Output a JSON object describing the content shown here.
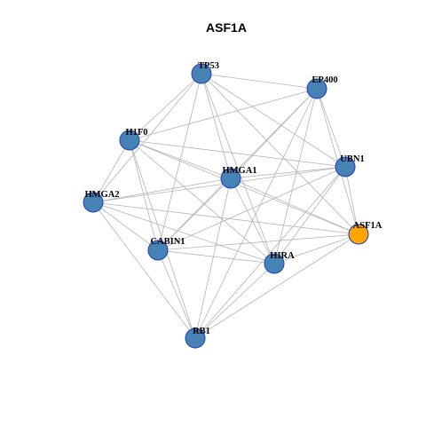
{
  "title": "ASF1A",
  "colors": {
    "node_default": "#4682b4",
    "node_highlight": "#ffa500",
    "node_border": "#1f3fbf",
    "edge": "#b4b4b4",
    "background": "#ffffff"
  },
  "nodes": [
    {
      "id": "TP53",
      "label": "TP53",
      "highlight": false
    },
    {
      "id": "EP400",
      "label": "EP400",
      "highlight": false
    },
    {
      "id": "H1F0",
      "label": "H1F0",
      "highlight": false
    },
    {
      "id": "UBN1",
      "label": "UBN1",
      "highlight": false
    },
    {
      "id": "HMGA1",
      "label": "HMGA1",
      "highlight": false
    },
    {
      "id": "HMGA2",
      "label": "HMGA2",
      "highlight": false
    },
    {
      "id": "ASF1A",
      "label": "ASF1A",
      "highlight": true
    },
    {
      "id": "CABIN1",
      "label": "CABIN1",
      "highlight": false
    },
    {
      "id": "HIRA",
      "label": "HIRA",
      "highlight": false
    },
    {
      "id": "RB1",
      "label": "RB1",
      "highlight": false
    }
  ],
  "edges": [
    [
      "TP53",
      "EP400"
    ],
    [
      "TP53",
      "H1F0"
    ],
    [
      "TP53",
      "UBN1"
    ],
    [
      "TP53",
      "HMGA1"
    ],
    [
      "TP53",
      "HMGA2"
    ],
    [
      "TP53",
      "ASF1A"
    ],
    [
      "TP53",
      "CABIN1"
    ],
    [
      "TP53",
      "HIRA"
    ],
    [
      "EP400",
      "H1F0"
    ],
    [
      "EP400",
      "UBN1"
    ],
    [
      "EP400",
      "HMGA1"
    ],
    [
      "EP400",
      "ASF1A"
    ],
    [
      "EP400",
      "CABIN1"
    ],
    [
      "EP400",
      "HIRA"
    ],
    [
      "EP400",
      "RB1"
    ],
    [
      "H1F0",
      "HMGA1"
    ],
    [
      "H1F0",
      "UBN1"
    ],
    [
      "H1F0",
      "HMGA2"
    ],
    [
      "H1F0",
      "ASF1A"
    ],
    [
      "H1F0",
      "CABIN1"
    ],
    [
      "H1F0",
      "HIRA"
    ],
    [
      "H1F0",
      "RB1"
    ],
    [
      "UBN1",
      "HMGA1"
    ],
    [
      "UBN1",
      "HMGA2"
    ],
    [
      "UBN1",
      "ASF1A"
    ],
    [
      "UBN1",
      "CABIN1"
    ],
    [
      "UBN1",
      "HIRA"
    ],
    [
      "UBN1",
      "RB1"
    ],
    [
      "HMGA1",
      "HMGA2"
    ],
    [
      "HMGA1",
      "ASF1A"
    ],
    [
      "HMGA1",
      "CABIN1"
    ],
    [
      "HMGA1",
      "HIRA"
    ],
    [
      "HMGA1",
      "RB1"
    ],
    [
      "HMGA2",
      "ASF1A"
    ],
    [
      "HMGA2",
      "CABIN1"
    ],
    [
      "HMGA2",
      "HIRA"
    ],
    [
      "HMGA2",
      "RB1"
    ],
    [
      "ASF1A",
      "CABIN1"
    ],
    [
      "ASF1A",
      "HIRA"
    ],
    [
      "ASF1A",
      "RB1"
    ],
    [
      "CABIN1",
      "HIRA"
    ],
    [
      "CABIN1",
      "RB1"
    ],
    [
      "HIRA",
      "RB1"
    ]
  ]
}
